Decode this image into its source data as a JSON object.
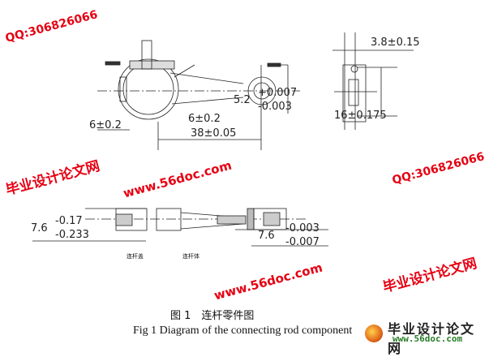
{
  "drawing": {
    "top_view_dims": {
      "d1": "6±0.2",
      "d2": "6±0.2",
      "d3": "38±0.05",
      "d4_base": "5.2",
      "d4_upper": "+0.007",
      "d4_lower": "-0.003"
    },
    "side_view_dims": {
      "width": "3.8±0.15",
      "height": "16±0.175"
    },
    "bottom_view_dims": {
      "base": "7.6",
      "upper": "-0.17",
      "lower": "-0.233",
      "right_base": "7.6",
      "right_upper": "-0.003",
      "right_lower": "-0.007"
    },
    "view_labels": {
      "cap": "连杆盖",
      "body": "连杆体"
    }
  },
  "watermarks": {
    "site_cn": "毕业设计论文网",
    "url": "www.56doc.com",
    "qq": "QQ:306826066"
  },
  "caption": {
    "cn": "图 1　连杆零件图",
    "en": "Fig 1 Diagram of the connecting rod component"
  },
  "logo": {
    "cn": "毕业设计论文网",
    "url": "www.56doc.com"
  }
}
